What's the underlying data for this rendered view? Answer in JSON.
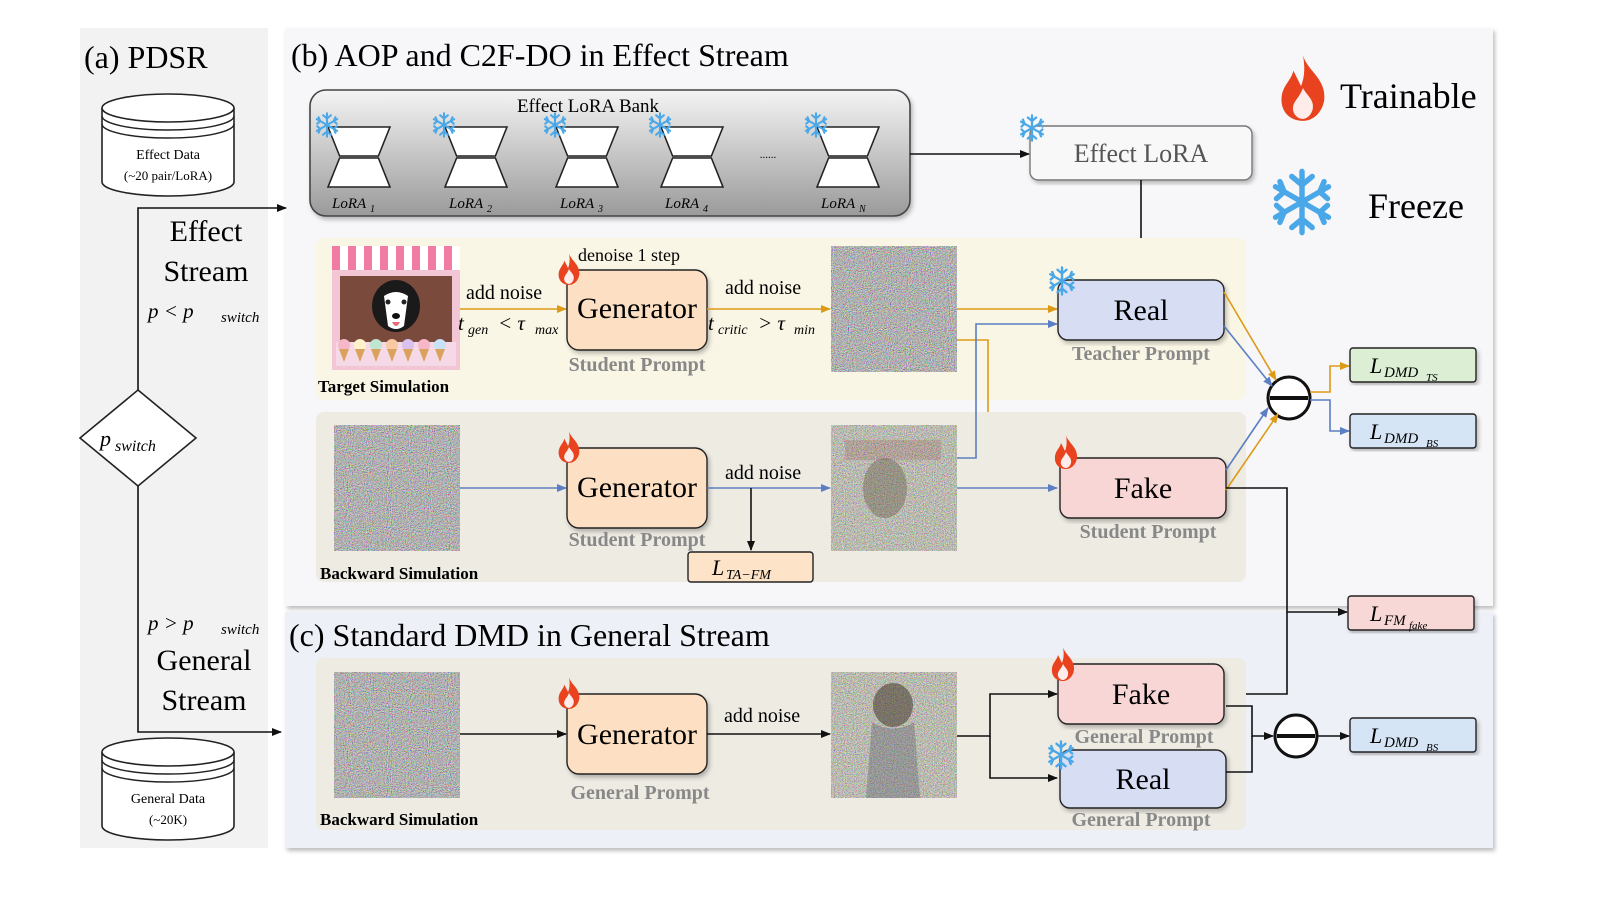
{
  "panel_a": {
    "title": "(a) PDSR",
    "effect_data_line1": "Effect Data",
    "effect_data_line2": "(~20 pair/LoRA)",
    "general_data_line1": "General Data",
    "general_data_line2": "(~20K)",
    "effect_stream_line1": "Effect",
    "effect_stream_line2": "Stream",
    "general_stream_line1": "General",
    "general_stream_line2": "Stream",
    "cond_lt": "p < p",
    "cond_gt": "p > p",
    "switch_sub": "switch",
    "decision": "p"
  },
  "panel_b": {
    "title": "(b) AOP and C2F-DO in Effect Stream",
    "lora_bank_title": "Effect LoRA Bank",
    "lora_labels": [
      "LoRA",
      "LoRA",
      "LoRA",
      "LoRA",
      "LoRA"
    ],
    "lora_subs": [
      "1",
      "2",
      "3",
      "4",
      "N"
    ],
    "ellipsis": "......",
    "effect_lora": "Effect LoRA",
    "target_sim_label": "Target Simulation",
    "backward_sim_label": "Backward Simulation",
    "add_noise": "add noise",
    "denoise_step": "denoise 1 step",
    "generator": "Generator",
    "student_prompt": "Student Prompt",
    "teacher_prompt": "Teacher Prompt",
    "real": "Real",
    "fake": "Fake",
    "t_gen": "t",
    "t_gen_sub": "gen",
    "t_gen_rel": "< τ",
    "t_gen_rel_sub": "max",
    "t_critic": "t",
    "t_critic_sub": "critic",
    "t_critic_rel": "> τ",
    "t_critic_rel_sub": "min",
    "loss_ta": "L",
    "loss_ta_sub": "TA−FM"
  },
  "panel_c": {
    "title": "(c) Standard DMD in General Stream",
    "backward_sim_label": "Backward Simulation",
    "generator": "Generator",
    "add_noise": "add noise",
    "general_prompt": "General Prompt",
    "fake": "Fake",
    "real": "Real"
  },
  "legend": {
    "trainable": "Trainable",
    "freeze": "Freeze"
  },
  "losses": {
    "dmd_ts": {
      "main": "L",
      "sub": "DMD",
      "subsub": "TS"
    },
    "dmd_bs_effect": {
      "main": "L",
      "sub": "DMD",
      "subsub": "BS"
    },
    "fm_fake": {
      "main": "L",
      "sub": "FM",
      "subsub": "fake"
    },
    "dmd_bs_general": {
      "main": "L",
      "sub": "DMD",
      "subsub": "BS"
    }
  },
  "colors": {
    "orange_arrow": "#dd9a16",
    "blue_arrow": "#5b7fc2",
    "generator_fill": "#fde0c4",
    "real_fill": "#d7def3",
    "fake_fill": "#f9d6d6",
    "loss_ts_fill": "#dcefd5",
    "loss_bs_fill": "#d6e5f5",
    "loss_fm_fill": "#f8d8d6",
    "loss_ta_fill": "#fde3c8",
    "flame": "#e8431e",
    "snowflake": "#4aa8e8"
  }
}
